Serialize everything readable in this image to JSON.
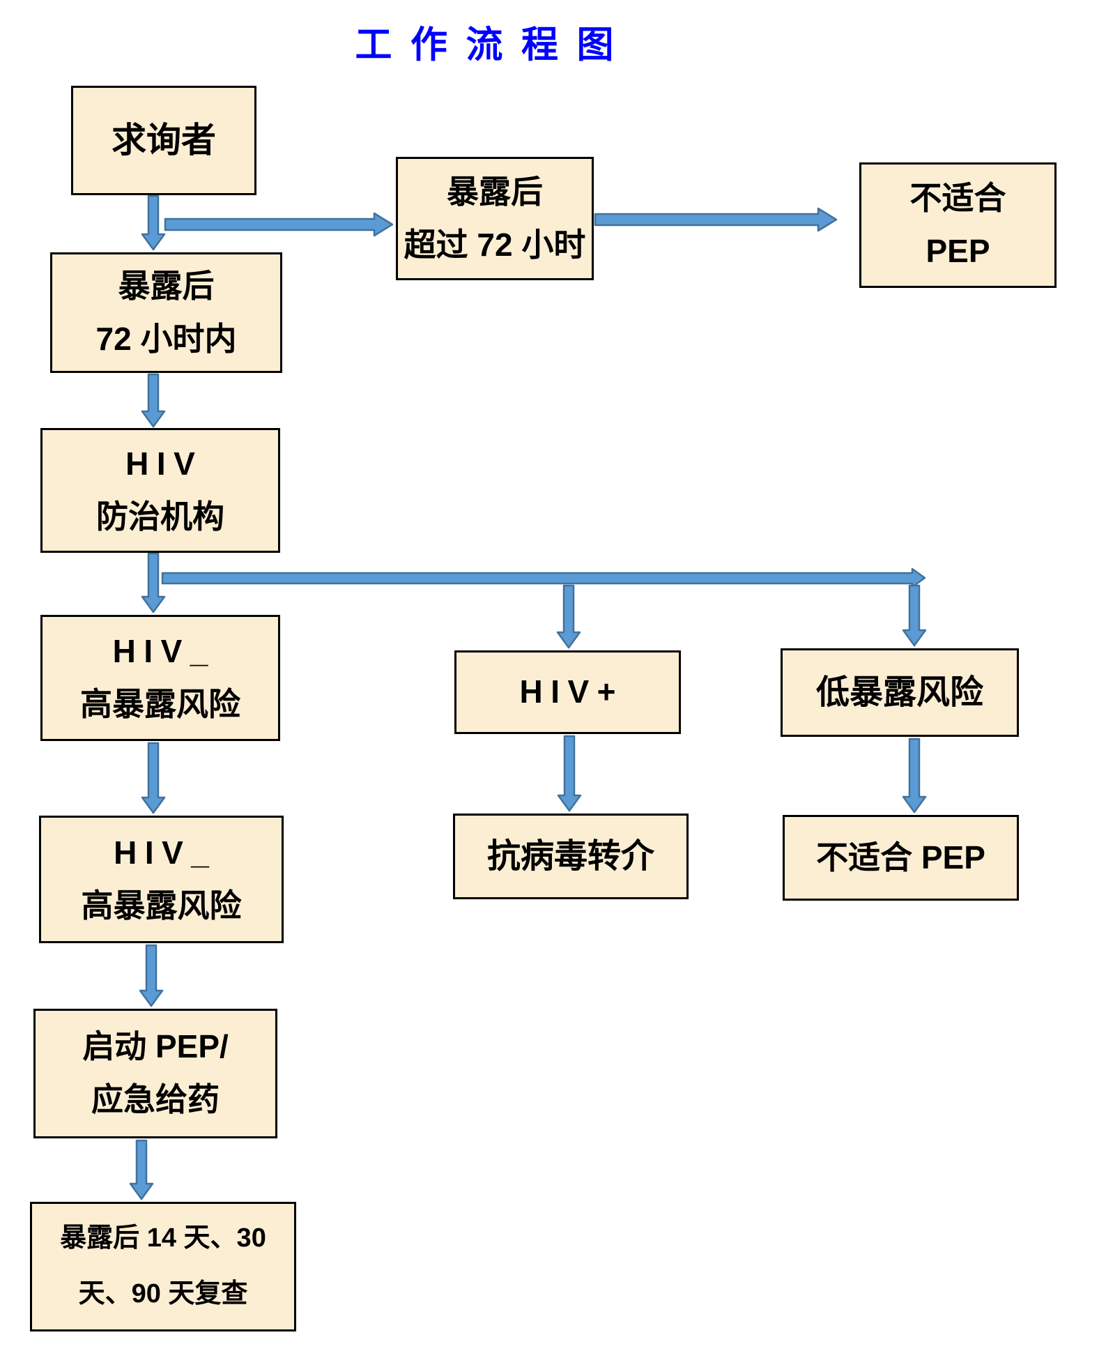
{
  "title": "工作流程图",
  "colors": {
    "box_fill": "#FBEED3",
    "box_border": "#000000",
    "arrow_fill": "#5B9BD5",
    "arrow_stroke": "#41719C",
    "title_color": "#0000FF",
    "text_color": "#000000"
  },
  "nodes": {
    "consulter": {
      "lines": [
        "求询者"
      ]
    },
    "over72h": {
      "lines": [
        "暴露后",
        "超过 72 小时"
      ]
    },
    "unsuitable_pep_top": {
      "lines": [
        "不适合",
        "PEP"
      ]
    },
    "within72h": {
      "lines": [
        "暴露后",
        "72 小时内"
      ]
    },
    "hiv_agency": {
      "lines": [
        "HIV",
        "防治机构"
      ]
    },
    "hiv_neg_high_risk_1": {
      "lines": [
        "HIV_",
        "高暴露风险"
      ]
    },
    "hiv_pos": {
      "lines": [
        "HIV+"
      ]
    },
    "low_risk": {
      "lines": [
        "低暴露风险"
      ]
    },
    "hiv_neg_high_risk_2": {
      "lines": [
        "HIV_",
        "高暴露风险"
      ]
    },
    "arv_referral": {
      "lines": [
        "抗病毒转介"
      ]
    },
    "unsuitable_pep_right": {
      "lines": [
        "不适合 PEP"
      ]
    },
    "start_pep": {
      "lines": [
        "启动 PEP/",
        "应急给药"
      ]
    },
    "followup": {
      "lines": [
        "暴露后 14 天、30",
        "天、90 天复查"
      ]
    }
  }
}
